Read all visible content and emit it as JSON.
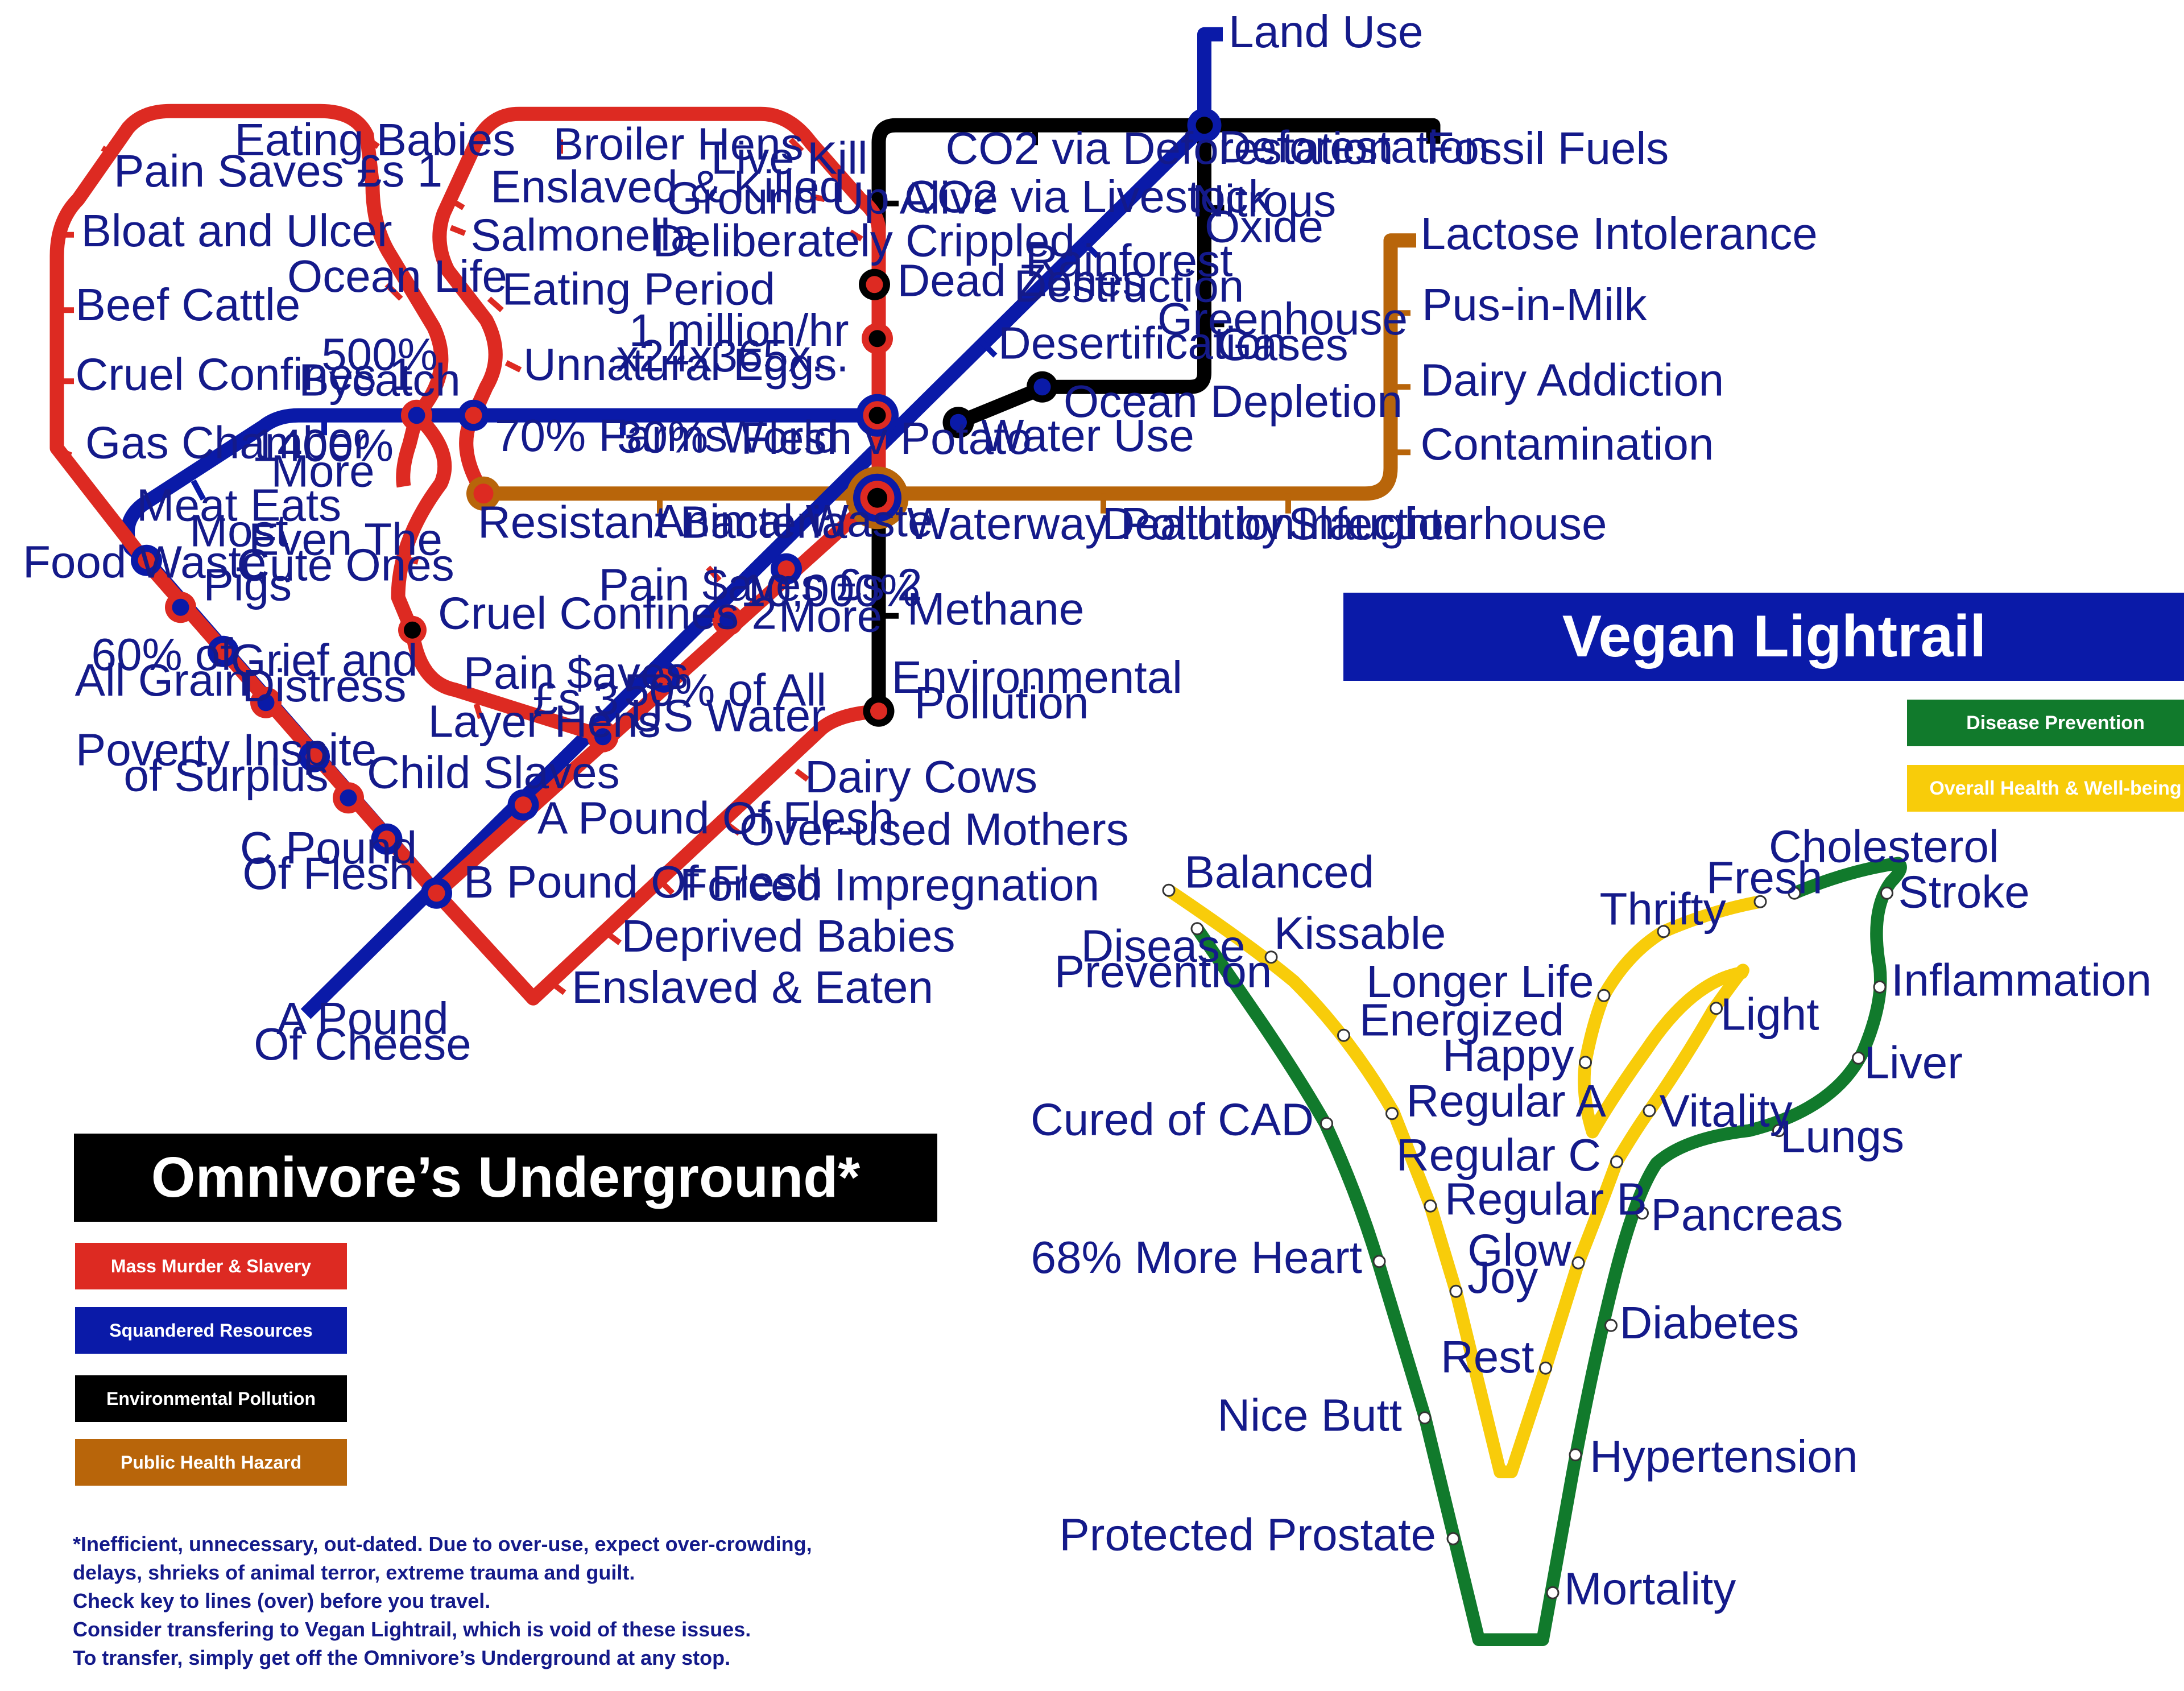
{
  "colors": {
    "red": "#dd2a22",
    "blue": "#0a1aa8",
    "black": "#000000",
    "brown": "#b8650a",
    "green": "#117a2c",
    "yellow": "#f8cc0a",
    "station_text": "#141a8a"
  },
  "omnivore": {
    "title": "Omnivore’s Underground*",
    "legend": [
      {
        "label": "Mass Murder & Slavery",
        "color": "#dd2a22"
      },
      {
        "label": "Squandered Resources",
        "color": "#0a1aa8"
      },
      {
        "label": "Environmental Pollution",
        "color": "#000000"
      },
      {
        "label": "Public Health Hazard",
        "color": "#b8650a"
      }
    ],
    "footnote": [
      "*Inefficient, unnecessary, out-dated. Due to over-use, expect over-crowding,",
      "delays, shrieks of animal terror, extreme trauma and guilt.",
      "Check key to lines (over) before you travel.",
      "Consider transfering to Vegan Lightrail, which is void of these issues.",
      "To transfer, simply get off the Omnivore’s Underground at any stop."
    ],
    "stations": {
      "land_use": "Land Use",
      "co2_deforestation": "CO2 via Deforestation",
      "deforestation": "Deforestation",
      "fossil_fuels": "Fossil Fuels",
      "co2_livestock": "CO2 via Livestock",
      "nitrous": [
        "Nitrous",
        "Oxide"
      ],
      "lactose": "Lactose Intolerance",
      "rainforest": [
        "Rainforest",
        "Destruction"
      ],
      "pus": "Pus-in-Milk",
      "dead_zones": "Dead Zones",
      "greenhouse": [
        "Greenhouse",
        "Gases"
      ],
      "desertification": "Desertification",
      "million": [
        "1 million/hr",
        "x24x365x..."
      ],
      "dairy_addiction": "Dairy Addiction",
      "ocean_depletion": "Ocean Depletion",
      "water_use": "Water Use",
      "contamination": "Contamination",
      "flesh_potato": "Flesh v Potato",
      "waterway": "Waterway Pollution",
      "death_infection": "Death by Infection",
      "slaughterhouse": "Slaughterhouse",
      "methane": "Methane",
      "env_pollution": [
        "Environmental",
        "Pollution"
      ],
      "eating_babies": "Eating Babies",
      "pain_saves1": "Pain Saves £s 1",
      "bloat": "Bloat and Ulcer",
      "beef": "Beef Cattle",
      "cruel1": "Cruel Confines 1",
      "gas": "Gas Chamber",
      "ocean_life": "Ocean Life",
      "bycatch": [
        "500%",
        "Bycatch"
      ],
      "broiler": "Broiler Hens",
      "enslaved_killed": "Enslaved & Killed",
      "live_kill": "Live Kill",
      "ground_up": "Ground Up Alive",
      "salmonella": "Salmonella",
      "crippled": "Deliberately Crippled",
      "eating_period": "Eating Period",
      "unnatural": "Unnatural Eggs",
      "more1400": [
        "1400%",
        "More"
      ],
      "farms70": "70% Farms",
      "world30": "30% World",
      "meat_eats": [
        "Meat Eats",
        "Most"
      ],
      "resistant": "Resistant Bacteria",
      "animal_waste": "Animal Waste",
      "food_waste": "Food Waste",
      "even_cute": [
        "Even The",
        "Cute Ones"
      ],
      "pigs": "Pigs",
      "pain_saves2": "Pain $aves £s 2",
      "more10000": [
        "10,000%",
        "More"
      ],
      "cruel2": "Cruel Confines 2",
      "grain60": [
        "60% of",
        "All Grain"
      ],
      "grief": [
        "Grief and",
        "Distress"
      ],
      "pain_saves3": [
        "Pain $aves",
        "£s 3"
      ],
      "us_water": [
        "50% of All",
        "US Water"
      ],
      "layer_hens": "Layer Hens",
      "poverty": [
        "Poverty Inspite",
        "of Surplus"
      ],
      "child_slaves": "Child Slaves",
      "dairy_cows": "Dairy Cows",
      "a_pound_flesh": "A Pound Of Flesh",
      "over_used": "Over-used Mothers",
      "c_pound": [
        "C Pound",
        "Of Flesh"
      ],
      "b_pound": "B Pound Of Flesh",
      "forced": "Forced Impregnation",
      "deprived": "Deprived Babies",
      "enslaved_eaten": "Enslaved & Eaten",
      "a_pound_cheese": [
        "A Pound",
        "Of Cheese"
      ]
    }
  },
  "vegan": {
    "title": "Vegan Lightrail",
    "legend": [
      {
        "label": "Disease Prevention",
        "color": "#117a2c"
      },
      {
        "label": "Overall Health & Well-being",
        "color": "#f8cc0a"
      }
    ],
    "stations": {
      "balanced": "Balanced",
      "kissable": "Kissable",
      "disease_prevention": [
        "Disease",
        "Prevention"
      ],
      "energized": "Energized",
      "regular_a": "Regular A",
      "cured_cad": "Cured of CAD",
      "regular_b": "Regular B",
      "more_heart": "68% More Heart",
      "joy": "Joy",
      "nice_butt": "Nice Butt",
      "rest": "Rest",
      "protected_prostate": "Protected Prostate",
      "thrifty": "Thrifty",
      "fresh": "Fresh",
      "cholesterol": "Cholesterol",
      "stroke": "Stroke",
      "longer_life": "Longer Life",
      "light": "Light",
      "inflammation": "Inflammation",
      "happy": "Happy",
      "liver": "Liver",
      "vitality": "Vitality",
      "regular_c": "Regular C",
      "lungs": "Lungs",
      "pancreas": "Pancreas",
      "glow": "Glow",
      "diabetes": "Diabetes",
      "hypertension": "Hypertension",
      "mortality": "Mortality"
    }
  }
}
